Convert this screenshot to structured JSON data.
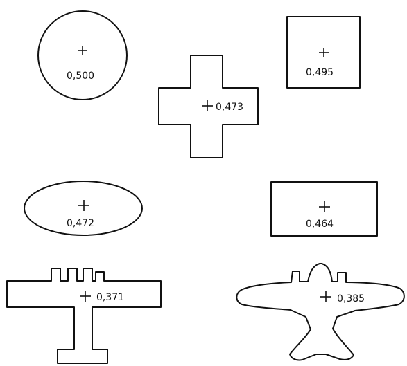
{
  "figure": {
    "shapes": [
      {
        "id": "circle",
        "shape": "circle",
        "value_text": "0,500",
        "value": 0.5
      },
      {
        "id": "cross",
        "shape": "cross",
        "value_text": "0,473",
        "value": 0.473
      },
      {
        "id": "square",
        "shape": "square",
        "value_text": "0,495",
        "value": 0.495
      },
      {
        "id": "ellipse",
        "shape": "ellipse",
        "value_text": "0,472",
        "value": 0.472
      },
      {
        "id": "rectangle",
        "shape": "rectangle",
        "value_text": "0,464",
        "value": 0.464
      },
      {
        "id": "plane-straight",
        "shape": "aircraft straight wing",
        "value_text": "0,371",
        "value": 0.371
      },
      {
        "id": "plane-curved",
        "shape": "aircraft tapered wing",
        "value_text": "0,385",
        "value": 0.385
      }
    ],
    "colors": {
      "ink": "#111111",
      "background": "#ffffff"
    }
  }
}
